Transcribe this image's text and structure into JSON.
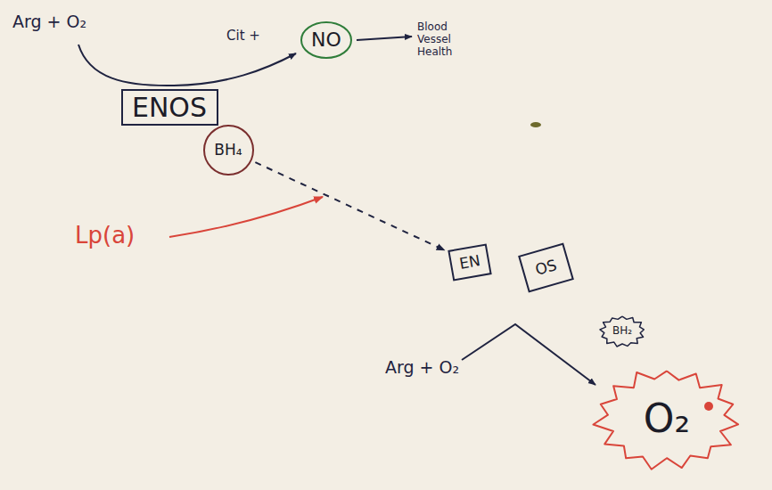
{
  "diagram": {
    "nodes": [
      {
        "text": [
          "NO"
        ]
      },
      {
        "text": [
          "ENOS"
        ]
      },
      {
        "text": [
          "BH₄"
        ]
      },
      {
        "text": [
          "EN"
        ]
      },
      {
        "text": [
          "OS"
        ]
      },
      {
        "text": [
          "BH₂"
        ]
      },
      {
        "text": [
          "O₂"
        ]
      }
    ],
    "edges": [
      {
        "from": 2,
        "to": 3,
        "arrow": "to"
      }
    ],
    "labels": [
      "Arg + O₂",
      "Cit +",
      "Blood Vessel Health",
      "Lp(a)",
      "Arg + O₂"
    ]
  }
}
